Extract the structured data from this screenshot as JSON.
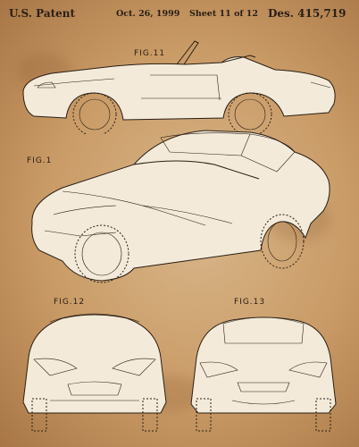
{
  "header": {
    "patent": "U.S. Patent",
    "date": "Oct. 26, 1999",
    "sheet": "Sheet 11 of 12",
    "design_number": "Des. 415,719"
  },
  "figures": {
    "fig11": "FIG.11",
    "fig1": "FIG.1",
    "fig12": "FIG.12",
    "fig13": "FIG.13"
  },
  "colors": {
    "paper": "#c99b66",
    "ink": "#2a1e14",
    "car_body": "#f3ead9"
  }
}
